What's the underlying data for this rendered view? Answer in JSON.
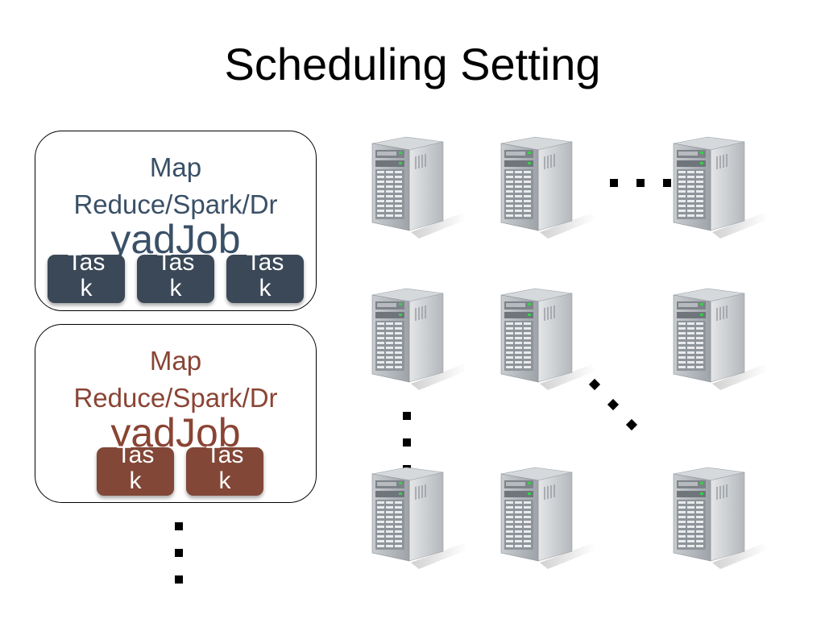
{
  "title": "Scheduling Setting",
  "jobs": [
    {
      "line1": "Map",
      "line2": "Reduce/Spark/Dr",
      "line3": "yadJob",
      "tasks": [
        "Task",
        "Task",
        "Task"
      ],
      "color": "#3b4857",
      "text_color": "#3a5067"
    },
    {
      "line1": "Map",
      "line2": "Reduce/Spark/Dr",
      "line3": "yadJob",
      "tasks": [
        "Task",
        "Task"
      ],
      "color": "#824737",
      "text_color": "#8a4434"
    }
  ],
  "servers": {
    "rows": 3,
    "columns": 3,
    "icon": "server-tower-icon"
  },
  "ellipsis_icon": "ellipsis-dots-icon"
}
